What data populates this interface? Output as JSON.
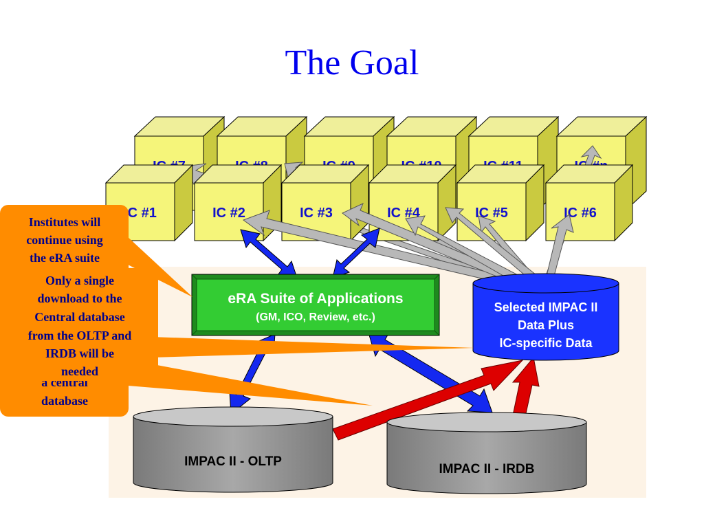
{
  "title": "The Goal",
  "colors": {
    "title": "#0000ee",
    "cube_face": "#f5f57a",
    "cube_side": "#caca40",
    "era_box": "#33cc33",
    "blue_cylinder": "#1a33ff",
    "gray_cylinder": "#999999",
    "callout": "#ff8c00",
    "blue_arrow": "#1428f0",
    "red_arrow": "#dd0000",
    "gray_arrow": "#b8b8b8",
    "background_panel": "#fdf3e6"
  },
  "cubes_back": [
    "IC #7",
    "IC #8",
    "IC #9",
    "IC #10",
    "IC #11",
    "IC #n"
  ],
  "cubes_front": [
    "IC #1",
    "IC #2",
    "IC #3",
    "IC #4",
    "IC #5",
    "IC #6"
  ],
  "era_box": {
    "title": "eRA Suite of Applications",
    "subtitle": "(GM, ICO, Review, etc.)"
  },
  "selected_db": {
    "line1": "Selected IMPAC II",
    "line2": "Data Plus",
    "line3": "IC-specific Data"
  },
  "oltp": "IMPAC II - OLTP",
  "irdb": "IMPAC II - IRDB",
  "callout_back": {
    "line1": "Institutes will",
    "line2": "continue using",
    "line3": "the eRA suite",
    "hidden1": "a central",
    "hidden2": "database"
  },
  "callout_front": {
    "line1": "Only a single",
    "line2": "download to the",
    "line3": "Central database",
    "line4": "from the OLTP and",
    "line5": "IRDB will be",
    "line6": "needed"
  }
}
